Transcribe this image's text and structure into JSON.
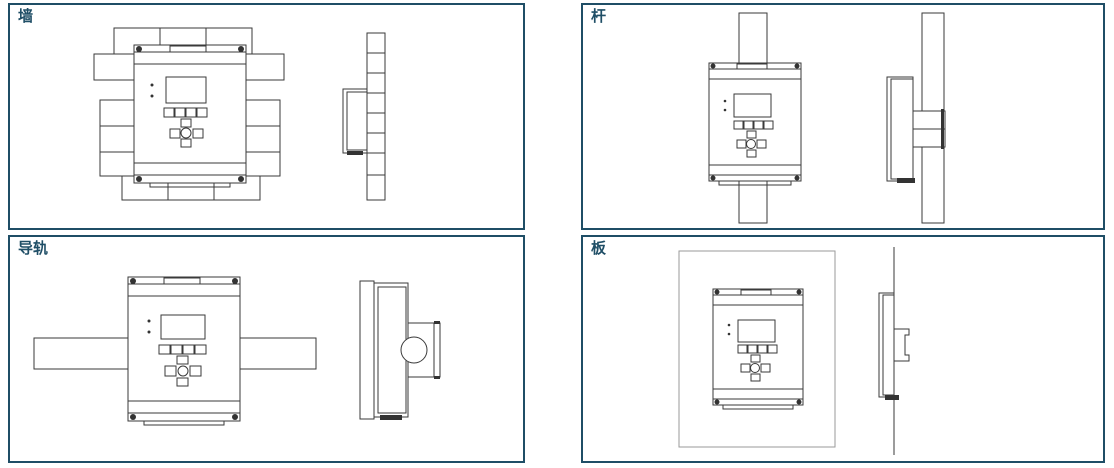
{
  "panels": [
    {
      "id": "wall",
      "label": "墙"
    },
    {
      "id": "pole",
      "label": "杆"
    },
    {
      "id": "rail",
      "label": "导轨"
    },
    {
      "id": "panel",
      "label": "板"
    }
  ]
}
